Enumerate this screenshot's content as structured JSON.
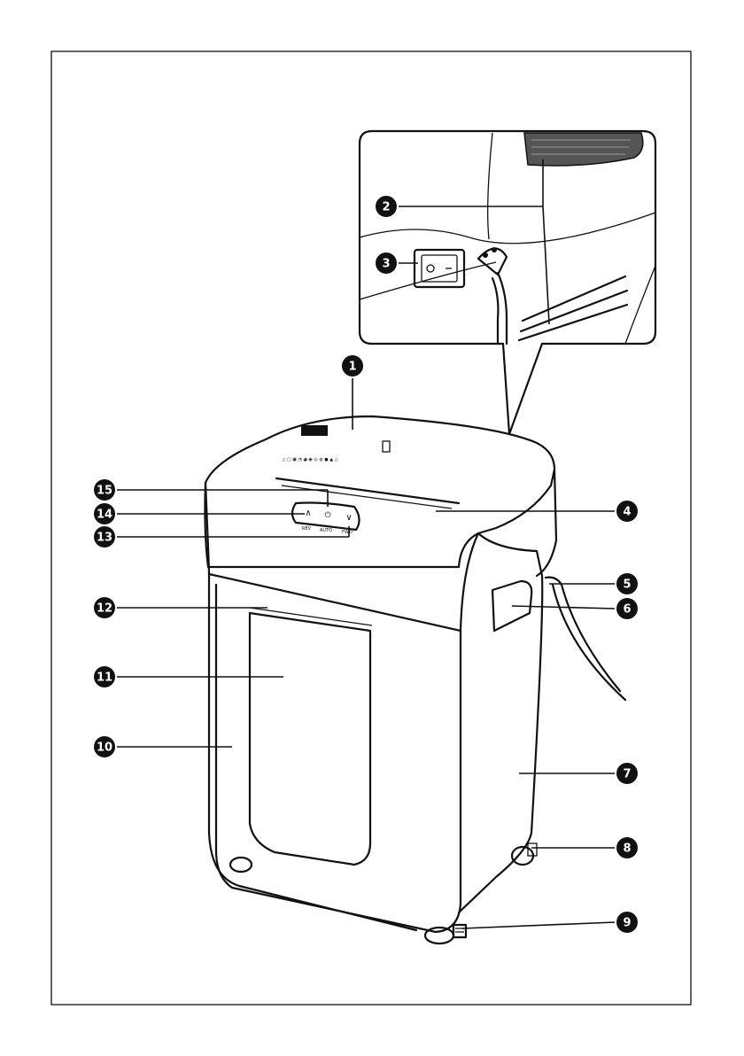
{
  "callouts": [
    {
      "id": "1",
      "label": "1"
    },
    {
      "id": "2",
      "label": "2"
    },
    {
      "id": "3",
      "label": "3"
    },
    {
      "id": "4",
      "label": "4"
    },
    {
      "id": "5",
      "label": "5"
    },
    {
      "id": "6",
      "label": "6"
    },
    {
      "id": "7",
      "label": "7"
    },
    {
      "id": "8",
      "label": "8"
    },
    {
      "id": "9",
      "label": "9"
    },
    {
      "id": "10",
      "label": "10"
    },
    {
      "id": "11",
      "label": "11"
    },
    {
      "id": "12",
      "label": "12"
    },
    {
      "id": "13",
      "label": "13"
    },
    {
      "id": "14",
      "label": "14"
    },
    {
      "id": "15",
      "label": "15"
    }
  ],
  "control_panel": {
    "rev_label": "REV",
    "auto_label": "AUTO",
    "fwd_label": "FWD"
  }
}
